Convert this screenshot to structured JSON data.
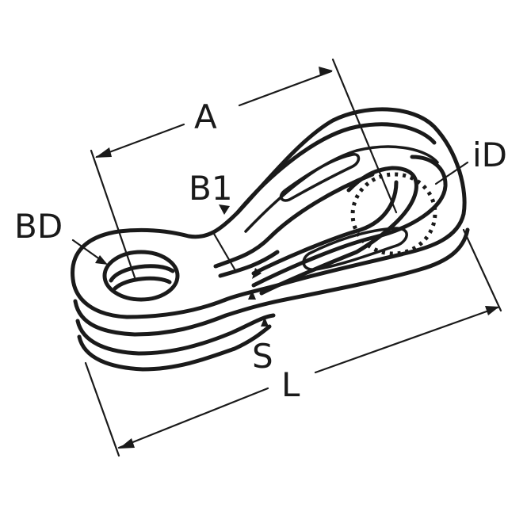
{
  "drawing": {
    "subject": "Eye thimble / clip fitting",
    "background": "#ffffff",
    "line_color": "#1a1a1a"
  },
  "dimensions": {
    "A": {
      "label": "A"
    },
    "B1": {
      "label": "B1"
    },
    "BD": {
      "label": "BD"
    },
    "iD": {
      "label": "iD"
    },
    "S": {
      "label": "S"
    },
    "L": {
      "label": "L"
    }
  }
}
